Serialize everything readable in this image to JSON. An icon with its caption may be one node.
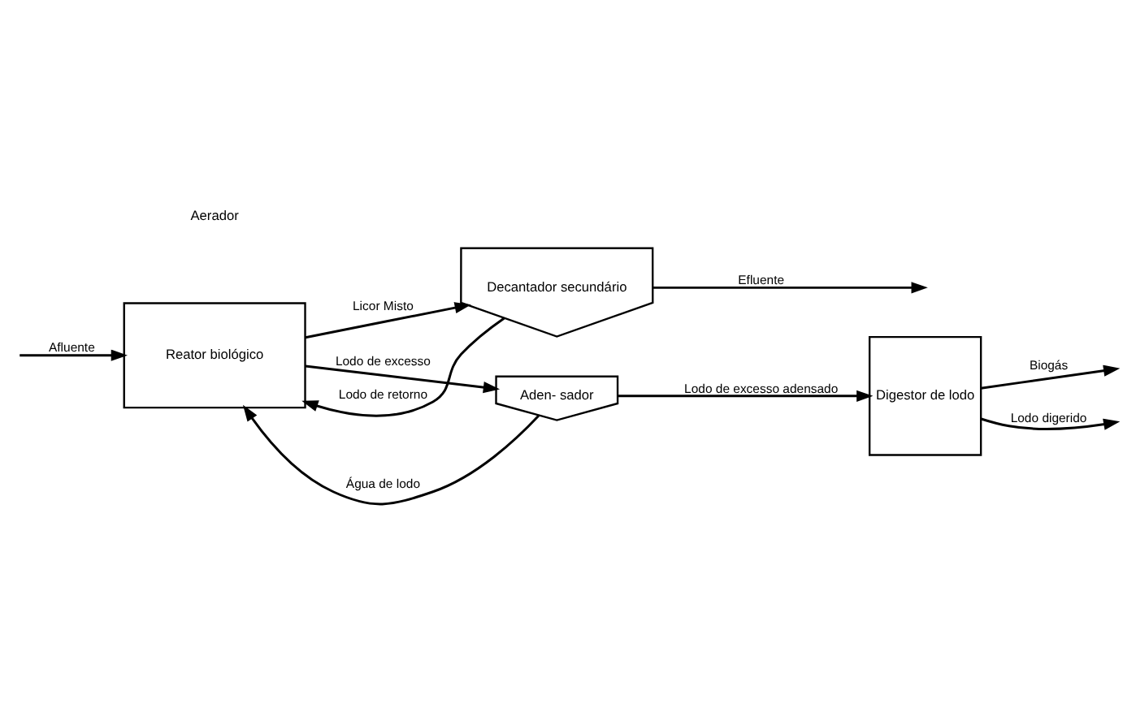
{
  "diagram": {
    "nodes": [
      {
        "text": [
          "Reator biológico"
        ]
      },
      {
        "text": [
          "Decantador secundário"
        ]
      },
      {
        "text": [
          "Aden- sador"
        ]
      },
      {
        "text": [
          "Digestor de lodo"
        ]
      }
    ],
    "edges": [
      {
        "from": null,
        "to": 0,
        "arrow": "to",
        "label": "Afluente"
      },
      {
        "from": 0,
        "to": 1,
        "arrow": "to",
        "label": "Licor Misto"
      },
      {
        "from": 1,
        "to": null,
        "arrow": "to",
        "label": "Efluente"
      },
      {
        "from": 1,
        "to": 0,
        "arrow": "to",
        "label": "Lodo de retorno"
      },
      {
        "from": 0,
        "to": 2,
        "arrow": "to",
        "label": "Lodo de excesso"
      },
      {
        "from": 2,
        "to": 0,
        "arrow": "to",
        "label": "Água de lodo"
      },
      {
        "from": 2,
        "to": 3,
        "arrow": "to",
        "label": "Lodo de excesso adensado"
      },
      {
        "from": 3,
        "to": null,
        "arrow": "to",
        "label": "Biogás"
      },
      {
        "from": 3,
        "to": null,
        "arrow": "to",
        "label": "Lodo digerido"
      }
    ],
    "labels": [
      "Aerador"
    ]
  }
}
